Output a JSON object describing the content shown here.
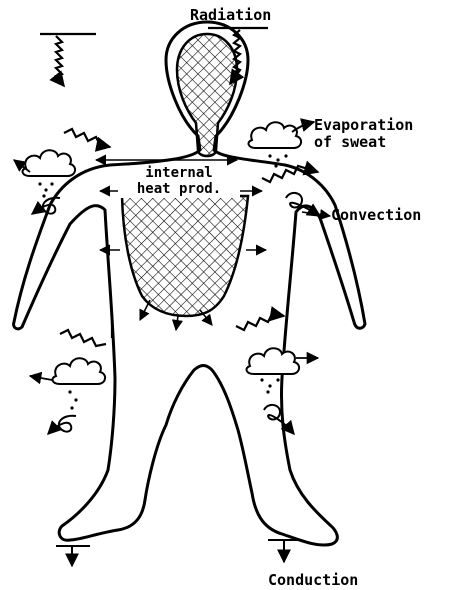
{
  "labels": {
    "radiation": "Radiation",
    "evaporation_line1": "Evaporation",
    "evaporation_line2": "of sweat",
    "convection": "Convection",
    "internal_line1": "internal",
    "internal_line2": "heat prod.",
    "conduction": "Conduction"
  },
  "icons": {
    "radiation_wave": "zigzag-arrow-icon",
    "sweat_cloud": "cloud-icon",
    "convection_loop": "loop-arrow-icon",
    "conduction_arrow": "down-arrow-icon"
  },
  "colors": {
    "ink": "#000000",
    "background": "#ffffff"
  }
}
